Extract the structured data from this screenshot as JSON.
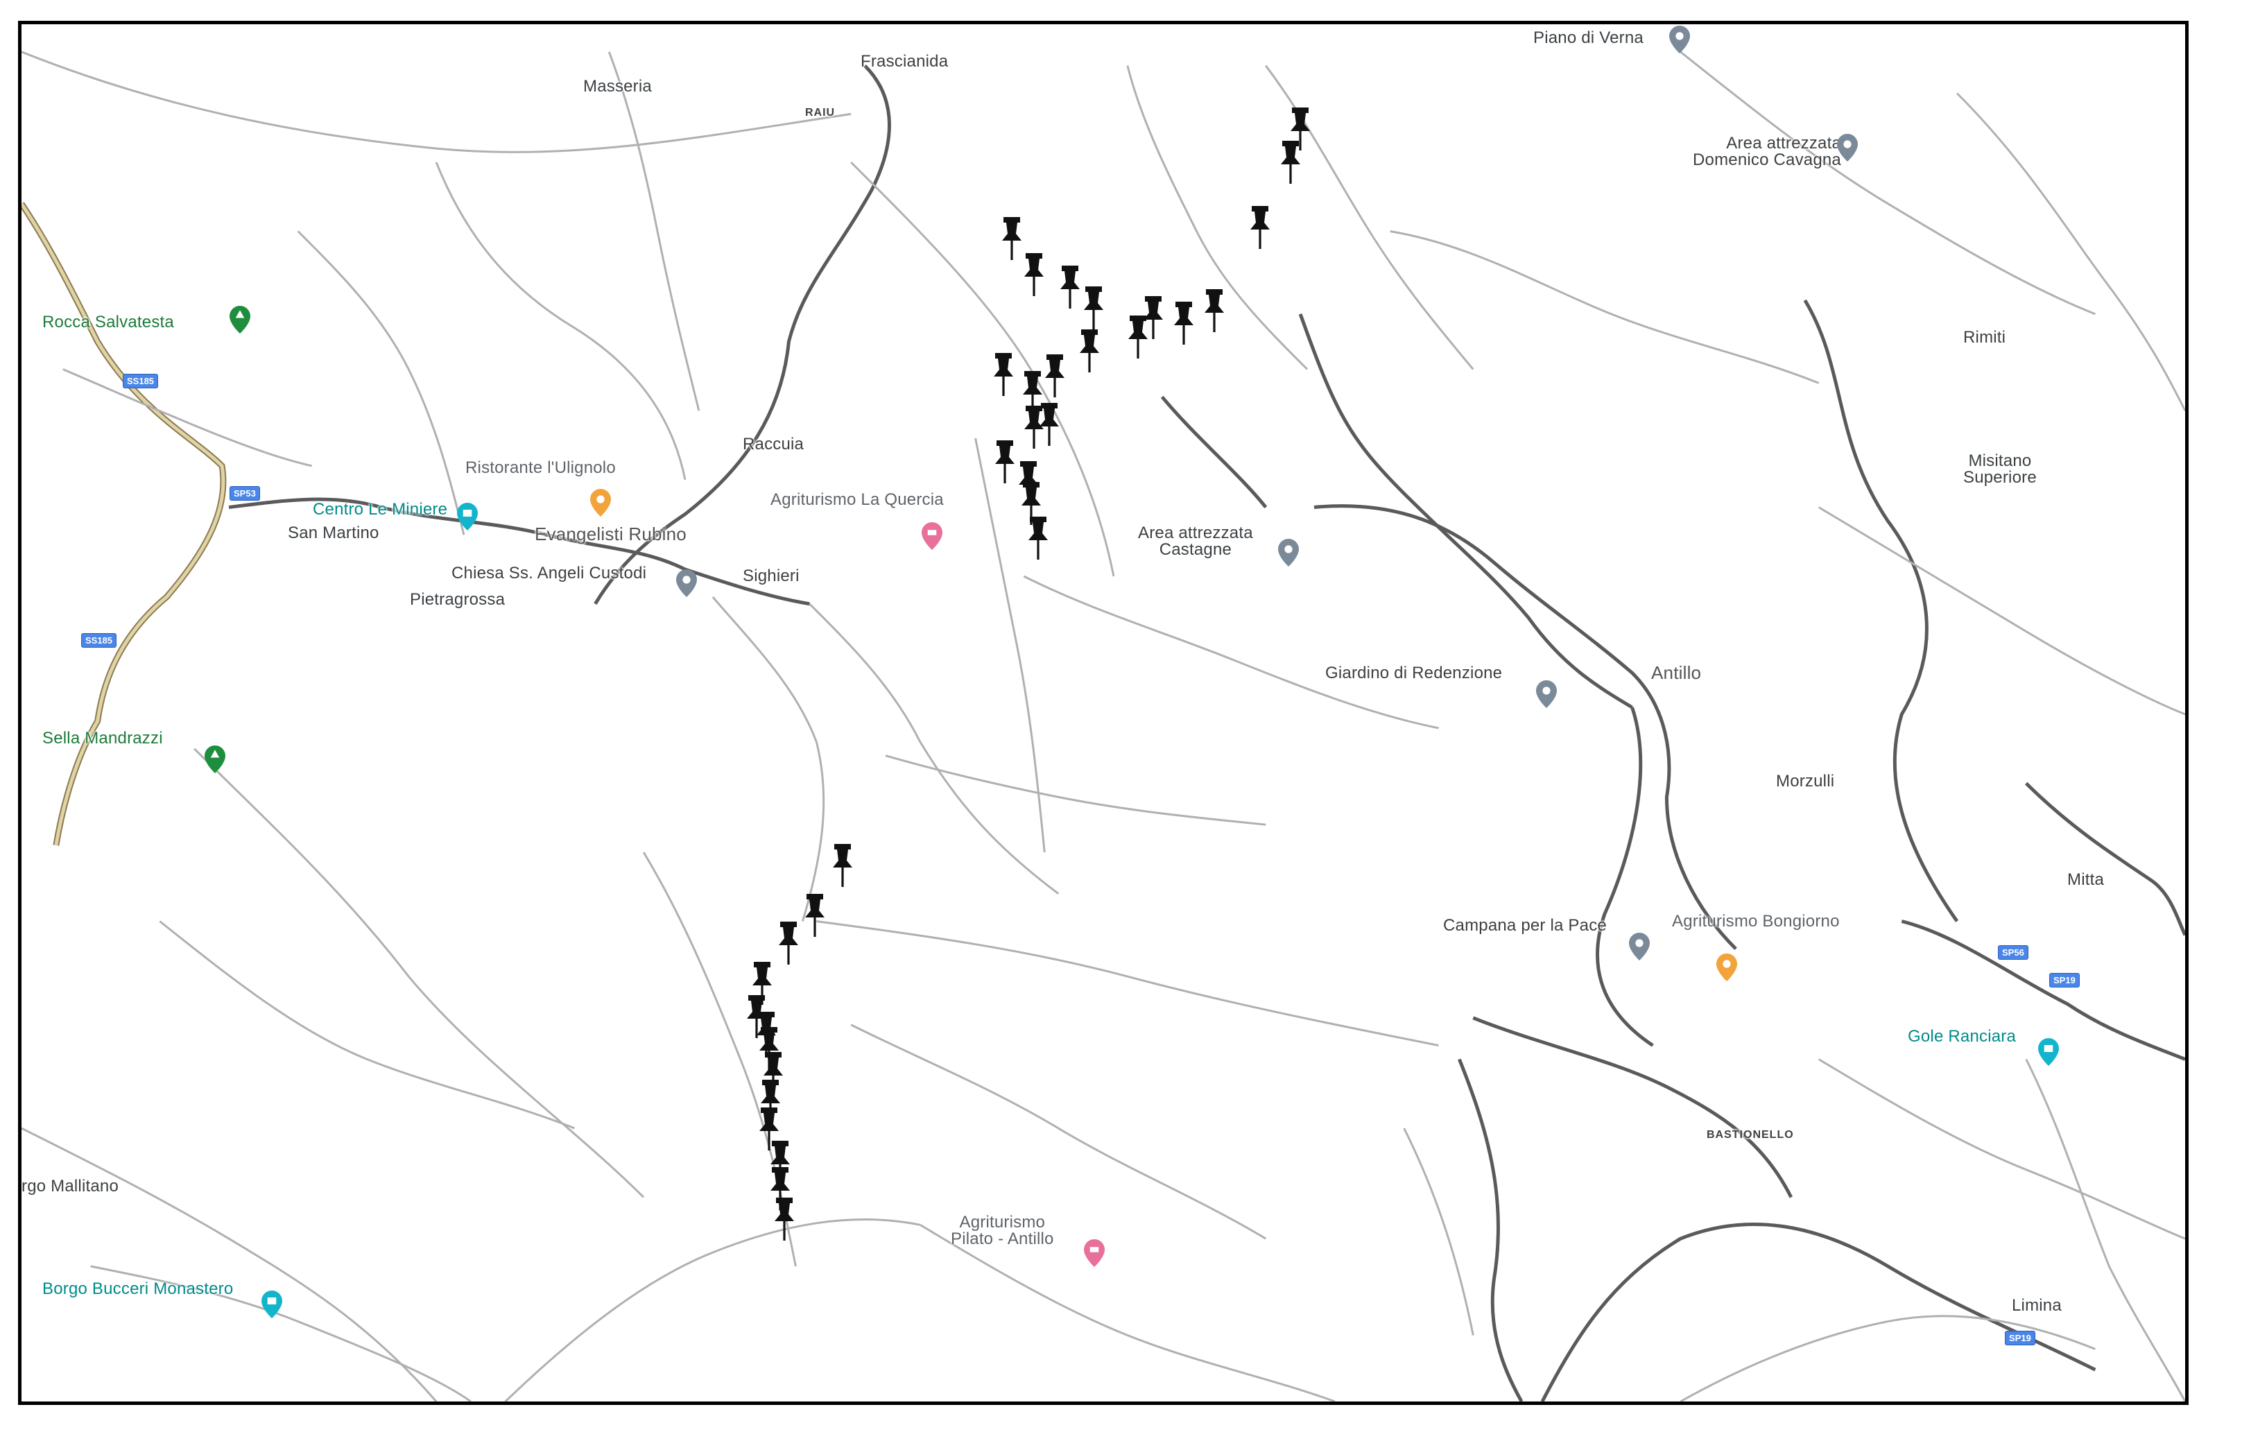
{
  "map": {
    "colors": {
      "road_primary": "#555555",
      "road_secondary": "#b0b0b0",
      "highway": "#c8b98a",
      "poi_green": "#1e8e3e",
      "poi_teal": "#12b5cb",
      "poi_orange": "#f2a33a",
      "poi_pink": "#e8709a",
      "poi_grey": "#7a8a99",
      "pushpin": "#111111"
    },
    "places": {
      "piano_di_verna": "Piano di Verna",
      "frascianida": "Frascianida",
      "masseria": "Masseria",
      "raiu": "RAIU",
      "area_domenico": "Area attrezzata\nDomenico Cavagna",
      "rocca_salvatesta": "Rocca Salvatesta",
      "rimiti": "Rimiti",
      "misitano": "Misitano\nSuperiore",
      "ristorante": "Ristorante l'Ulignolo",
      "centro_le_miniere": "Centro Le Miniere",
      "san_martino": "San Martino",
      "evangelisti": "Evangelisti Rubino",
      "chiesa": "Chiesa Ss. Angeli Custodi",
      "pietragrossa": "Pietragrossa",
      "raccuia": "Raccuia",
      "agriturismo_quercia": "Agriturismo La Quercia",
      "sighieri": "Sighieri",
      "area_castagne": "Area attrezzata\nCastagne",
      "giardino": "Giardino di Redenzione",
      "antillo": "Antillo",
      "morzulli": "Morzulli",
      "sella_mandrazzi": "Sella Mandrazzi",
      "mitta": "Mitta",
      "campana": "Campana per la Pace",
      "agriturismo_bongiorno": "Agriturismo Bongiorno",
      "gole_ranciara": "Gole Ranciara",
      "bastionello": "BASTIONELLO",
      "borgo_mallitano": "rgo Mallitano",
      "agriturismo_pilato": "Agriturismo\nPilato - Antillo",
      "borgo_bucceri": "Borgo Bucceri Monastero",
      "limina": "Limina"
    },
    "road_shields": {
      "ss185_a": "SS185",
      "sp53": "SP53",
      "ss185_b": "SS185",
      "sp56": "SP56",
      "sp19_a": "SP19",
      "sp19_b": "SP19"
    },
    "pushpin_icon": "pushpin-icon",
    "pushpin_count": 34
  }
}
